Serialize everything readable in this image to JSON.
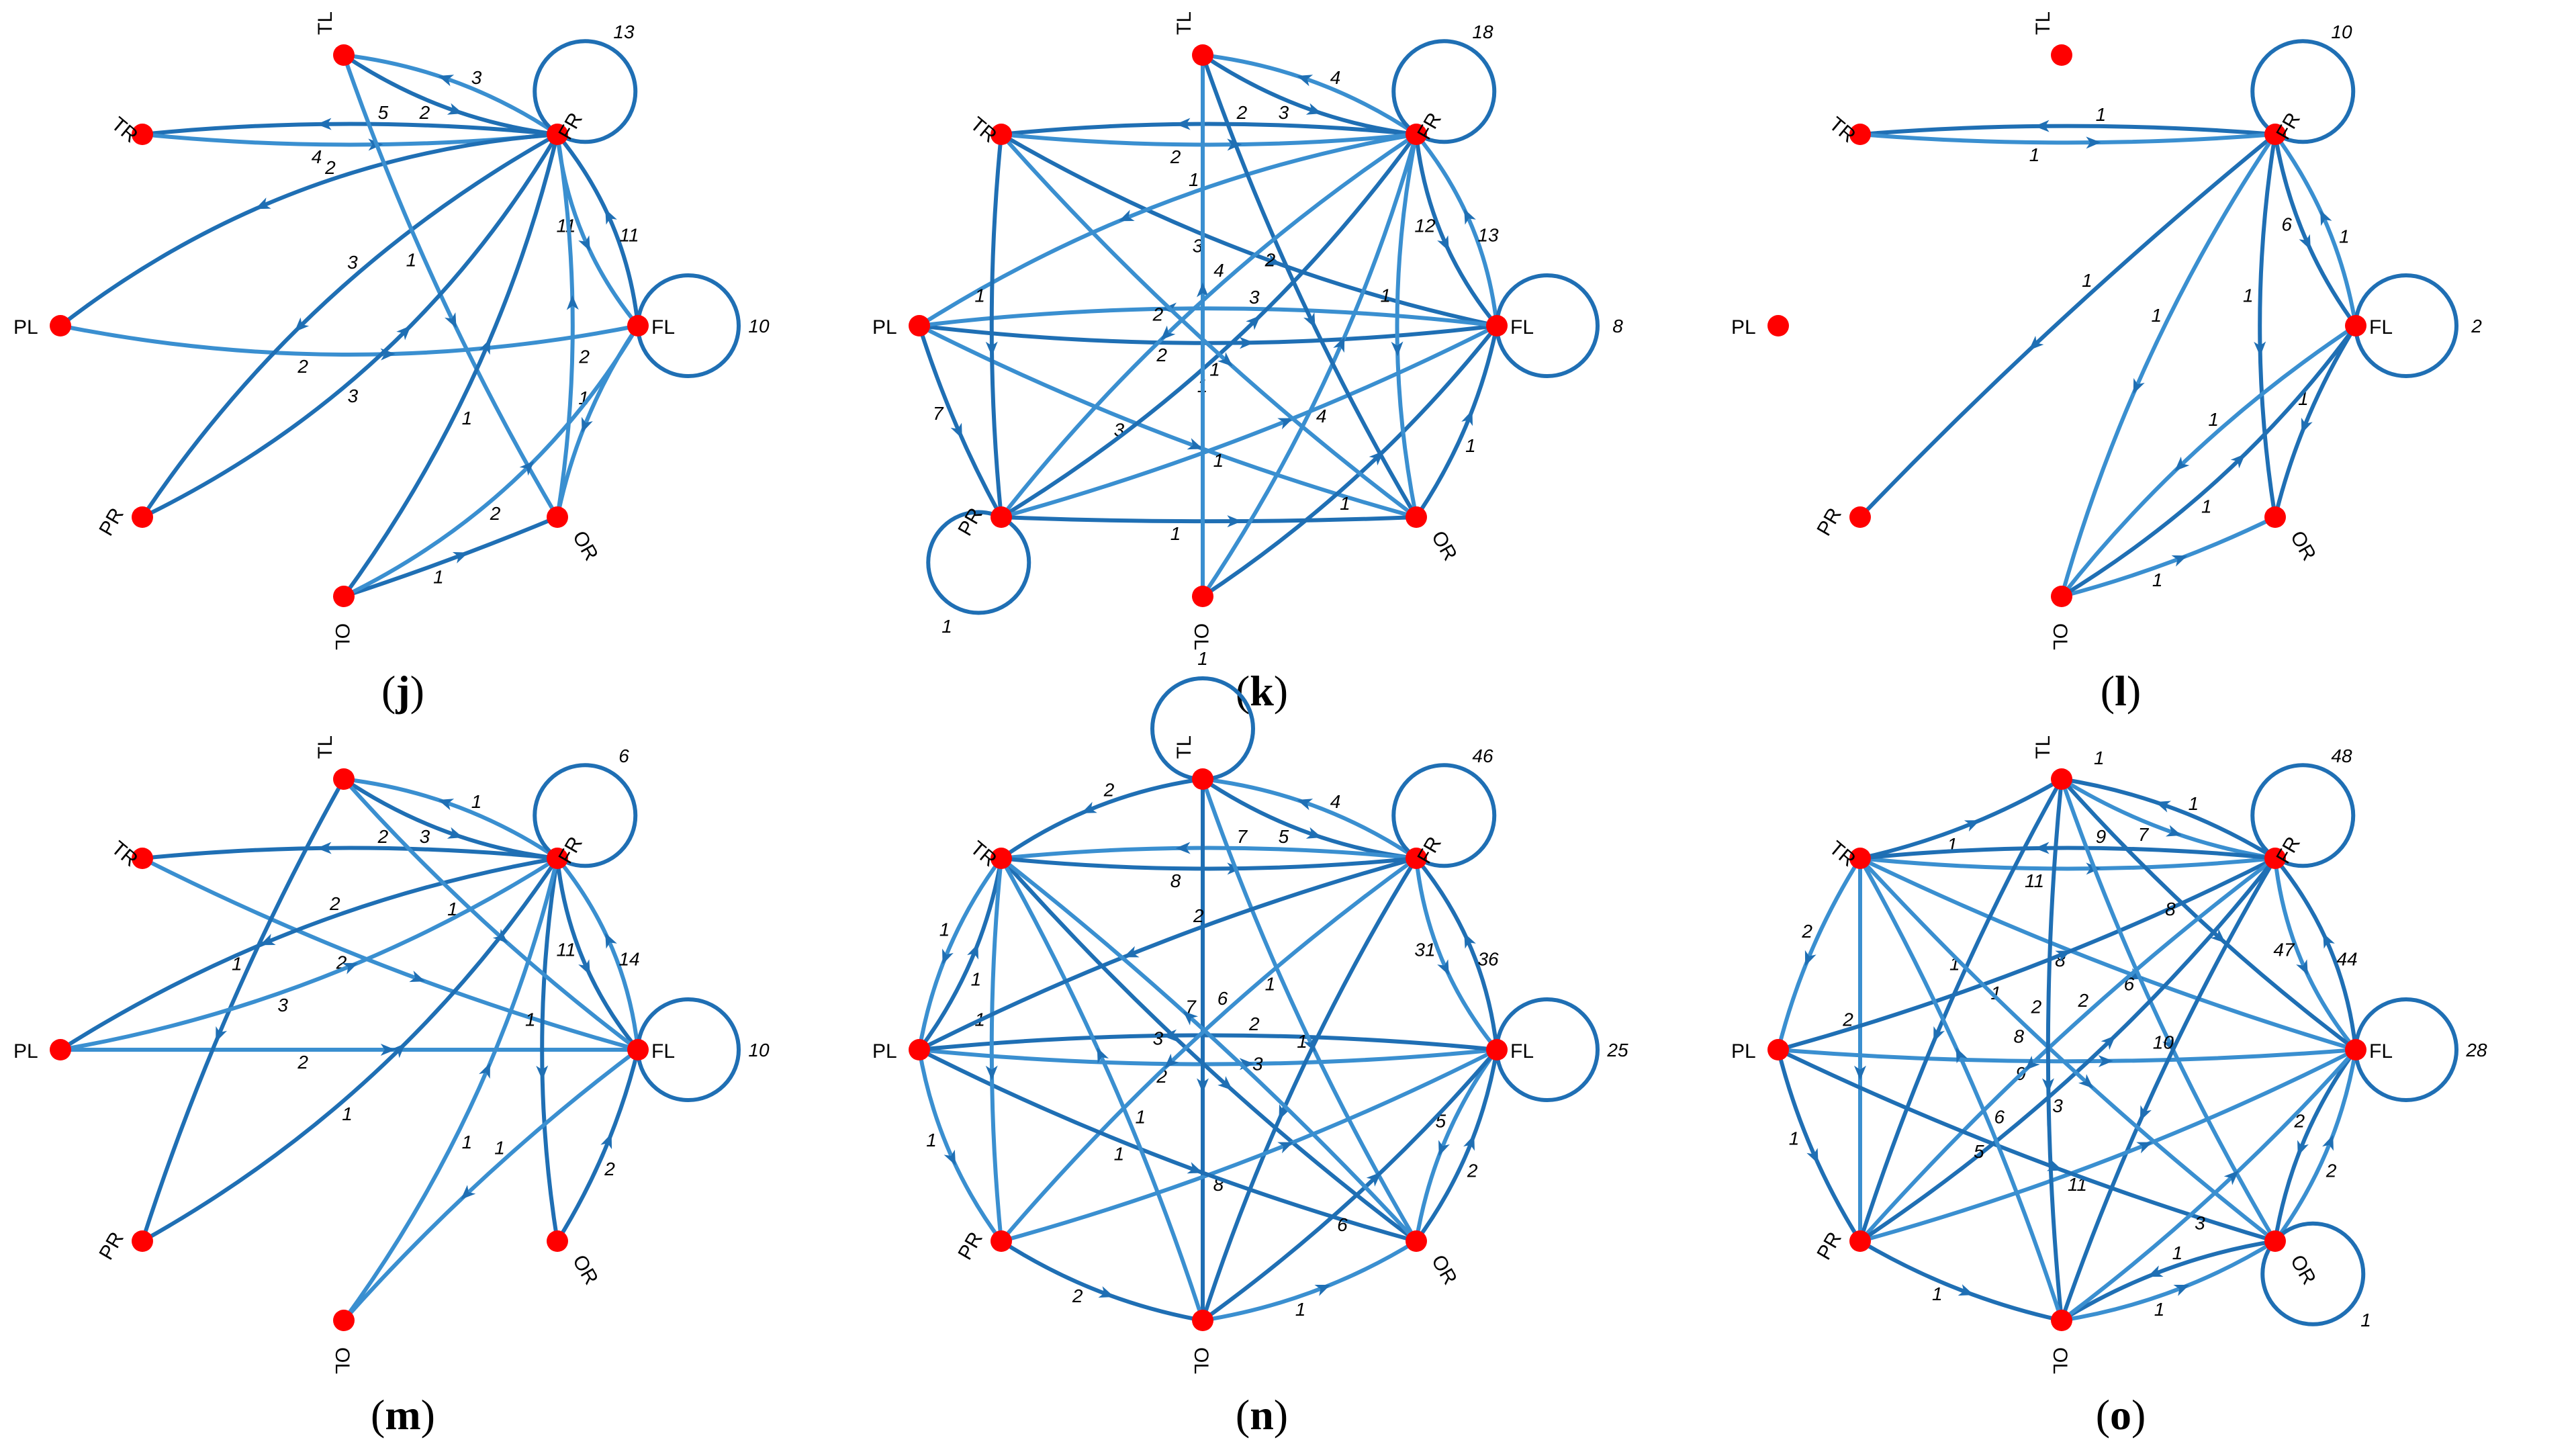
{
  "colors": {
    "node": "#ff0000",
    "edge": "#1f6fb4",
    "edge_light": "#3a8fd0",
    "text": "#000000"
  },
  "panels": [
    {
      "id": "j",
      "label_prefix": "(",
      "label_letter": "j",
      "label_suffix": ")",
      "nodes": [
        "TL",
        "FR",
        "FL",
        "OR",
        "OL",
        "PR",
        "PL",
        "TR"
      ],
      "isolated": [],
      "self_loops": [
        {
          "node": "FR",
          "weight": "13"
        },
        {
          "node": "FL",
          "weight": "10"
        }
      ],
      "edges": [
        {
          "from": "TL",
          "to": "FR",
          "weight": "2",
          "bend": 0.12
        },
        {
          "from": "FR",
          "to": "TL",
          "weight": "3",
          "bend": 0.12
        },
        {
          "from": "FR",
          "to": "TR",
          "weight": "5",
          "bend": 0.05
        },
        {
          "from": "TR",
          "to": "FR",
          "weight": "4",
          "bend": 0.05
        },
        {
          "from": "FR",
          "to": "PL",
          "weight": "2",
          "bend": 0.15
        },
        {
          "from": "PL",
          "to": "FL",
          "weight": "2",
          "bend": 0.1
        },
        {
          "from": "FR",
          "to": "PR",
          "weight": "3",
          "bend": 0.12
        },
        {
          "from": "FR",
          "to": "FL",
          "weight": "11",
          "bend": 0.15
        },
        {
          "from": "FL",
          "to": "FR",
          "weight": "11",
          "bend": 0.15
        },
        {
          "from": "TL",
          "to": "OR",
          "weight": "1",
          "bend": 0.05
        },
        {
          "from": "OL",
          "to": "OR",
          "weight": "1",
          "bend": 0.02
        },
        {
          "from": "FL",
          "to": "OR",
          "weight": "1",
          "bend": 0.1
        },
        {
          "from": "OL",
          "to": "FR",
          "weight": "1",
          "bend": 0.1
        },
        {
          "from": "OR",
          "to": "FR",
          "weight": "2",
          "bend": 0.08
        },
        {
          "from": "PR",
          "to": "FR",
          "weight": "3",
          "bend": 0.15
        },
        {
          "from": "OL",
          "to": "FL",
          "weight": "2",
          "bend": 0.15
        }
      ]
    },
    {
      "id": "k",
      "label_prefix": "(",
      "label_letter": "k",
      "label_suffix": ")",
      "nodes": [
        "TL",
        "FR",
        "FL",
        "OR",
        "OL",
        "PR",
        "PL",
        "TR"
      ],
      "isolated": [],
      "self_loops": [
        {
          "node": "FR",
          "weight": "18"
        },
        {
          "node": "FL",
          "weight": "8"
        },
        {
          "node": "PR",
          "weight": "1"
        }
      ],
      "edges": [
        {
          "from": "TL",
          "to": "FR",
          "weight": "3",
          "bend": 0.12
        },
        {
          "from": "FR",
          "to": "TL",
          "weight": "4",
          "bend": 0.12
        },
        {
          "from": "FR",
          "to": "TR",
          "weight": "2",
          "bend": 0.05
        },
        {
          "from": "TR",
          "to": "FR",
          "weight": "2",
          "bend": 0.05
        },
        {
          "from": "TR",
          "to": "FL",
          "weight": "3",
          "bend": 0.08
        },
        {
          "from": "FR",
          "to": "PL",
          "weight": "1",
          "bend": 0.1
        },
        {
          "from": "FR",
          "to": "FL",
          "weight": "12",
          "bend": 0.15
        },
        {
          "from": "FL",
          "to": "FR",
          "weight": "13",
          "bend": 0.15
        },
        {
          "from": "PL",
          "to": "FL",
          "weight": "2",
          "bend": 0.06
        },
        {
          "from": "FL",
          "to": "PL",
          "weight": "3",
          "bend": 0.06
        },
        {
          "from": "PL",
          "to": "PR",
          "weight": "7",
          "bend": 0.05
        },
        {
          "from": "PL",
          "to": "OR",
          "weight": "3",
          "bend": 0.05
        },
        {
          "from": "PR",
          "to": "FR",
          "weight": "1",
          "bend": 0.1
        },
        {
          "from": "PR",
          "to": "FL",
          "weight": "1",
          "bend": 0.05
        },
        {
          "from": "PR",
          "to": "OR",
          "weight": "1",
          "bend": 0.02
        },
        {
          "from": "OL",
          "to": "FR",
          "weight": "4",
          "bend": 0.08
        },
        {
          "from": "OL",
          "to": "FL",
          "weight": "1",
          "bend": 0.08
        },
        {
          "from": "OL",
          "to": "TL",
          "weight": "1",
          "bend": 0.0
        },
        {
          "from": "OR",
          "to": "FL",
          "weight": "1",
          "bend": 0.1
        },
        {
          "from": "TR",
          "to": "OR",
          "weight": "2",
          "bend": 0.05
        },
        {
          "from": "TL",
          "to": "OR",
          "weight": "2",
          "bend": 0.05
        },
        {
          "from": "FR",
          "to": "OR",
          "weight": "1",
          "bend": 0.1
        },
        {
          "from": "TR",
          "to": "PR",
          "weight": "1",
          "bend": 0.05
        },
        {
          "from": "FR",
          "to": "PR",
          "weight": "4",
          "bend": 0.08
        }
      ]
    },
    {
      "id": "l",
      "label_prefix": "(",
      "label_letter": "l",
      "label_suffix": ")",
      "nodes": [
        "TL",
        "FR",
        "FL",
        "OR",
        "OL",
        "PR",
        "PL",
        "TR"
      ],
      "isolated": [
        "TL",
        "PL"
      ],
      "self_loops": [
        {
          "node": "FR",
          "weight": "10"
        },
        {
          "node": "FL",
          "weight": "2"
        }
      ],
      "edges": [
        {
          "from": "FR",
          "to": "TR",
          "weight": "1",
          "bend": 0.04
        },
        {
          "from": "TR",
          "to": "FR",
          "weight": "1",
          "bend": 0.04
        },
        {
          "from": "FR",
          "to": "PR",
          "weight": "1",
          "bend": 0.03
        },
        {
          "from": "FR",
          "to": "OL",
          "weight": "1",
          "bend": 0.08
        },
        {
          "from": "FR",
          "to": "FL",
          "weight": "6",
          "bend": 0.12
        },
        {
          "from": "FL",
          "to": "FR",
          "weight": "1",
          "bend": 0.12
        },
        {
          "from": "FR",
          "to": "OR",
          "weight": "1",
          "bend": 0.08
        },
        {
          "from": "FL",
          "to": "OL",
          "weight": "1",
          "bend": 0.08
        },
        {
          "from": "FL",
          "to": "OR",
          "weight": "1",
          "bend": 0.08
        },
        {
          "from": "OL",
          "to": "OR",
          "weight": "1",
          "bend": 0.05
        },
        {
          "from": "OL",
          "to": "FL",
          "weight": "1",
          "bend": 0.1
        }
      ]
    },
    {
      "id": "m",
      "label_prefix": "(",
      "label_letter": "m",
      "label_suffix": ")",
      "nodes": [
        "TL",
        "FR",
        "FL",
        "OR",
        "OL",
        "PR",
        "PL",
        "TR"
      ],
      "isolated": [],
      "self_loops": [
        {
          "node": "FR",
          "weight": "6"
        },
        {
          "node": "FL",
          "weight": "10"
        }
      ],
      "edges": [
        {
          "from": "TL",
          "to": "FR",
          "weight": "3",
          "bend": 0.12
        },
        {
          "from": "FR",
          "to": "TL",
          "weight": "1",
          "bend": 0.12
        },
        {
          "from": "FR",
          "to": "TR",
          "weight": "2",
          "bend": 0.05
        },
        {
          "from": "TR",
          "to": "FL",
          "weight": "2",
          "bend": 0.05
        },
        {
          "from": "FR",
          "to": "PL",
          "weight": "2",
          "bend": 0.1
        },
        {
          "from": "PL",
          "to": "FL",
          "weight": "2",
          "bend": 0.0
        },
        {
          "from": "FR",
          "to": "FL",
          "weight": "11",
          "bend": 0.15
        },
        {
          "from": "FL",
          "to": "FR",
          "weight": "14",
          "bend": 0.15
        },
        {
          "from": "FR",
          "to": "OR",
          "weight": "1",
          "bend": 0.08
        },
        {
          "from": "FL",
          "to": "OL",
          "weight": "1",
          "bend": 0.05
        },
        {
          "from": "TL",
          "to": "PR",
          "weight": "1",
          "bend": 0.05
        },
        {
          "from": "TL",
          "to": "FL",
          "weight": "1",
          "bend": 0.05
        },
        {
          "from": "PR",
          "to": "FR",
          "weight": "1",
          "bend": 0.12
        },
        {
          "from": "OL",
          "to": "FR",
          "weight": "1",
          "bend": 0.1
        },
        {
          "from": "OR",
          "to": "FL",
          "weight": "2",
          "bend": 0.08
        },
        {
          "from": "PL",
          "to": "FR",
          "weight": "3",
          "bend": 0.1
        }
      ]
    },
    {
      "id": "n",
      "label_prefix": "(",
      "label_letter": "n",
      "label_suffix": ")",
      "nodes": [
        "TL",
        "FR",
        "FL",
        "OR",
        "OL",
        "PR",
        "PL",
        "TR"
      ],
      "isolated": [],
      "self_loops": [
        {
          "node": "TL",
          "weight": "1"
        },
        {
          "node": "FR",
          "weight": "46"
        },
        {
          "node": "FL",
          "weight": "25"
        }
      ],
      "edges": [
        {
          "from": "TL",
          "to": "FR",
          "weight": "5",
          "bend": 0.12
        },
        {
          "from": "FR",
          "to": "TL",
          "weight": "4",
          "bend": 0.12
        },
        {
          "from": "TL",
          "to": "TR",
          "weight": "2",
          "bend": 0.12
        },
        {
          "from": "FR",
          "to": "TR",
          "weight": "7",
          "bend": 0.05
        },
        {
          "from": "TR",
          "to": "FR",
          "weight": "8",
          "bend": 0.05
        },
        {
          "from": "FR",
          "to": "FL",
          "weight": "31",
          "bend": 0.15
        },
        {
          "from": "FL",
          "to": "FR",
          "weight": "36",
          "bend": 0.15
        },
        {
          "from": "TR",
          "to": "PL",
          "weight": "1",
          "bend": 0.12
        },
        {
          "from": "PL",
          "to": "TR",
          "weight": "1",
          "bend": 0.12
        },
        {
          "from": "PL",
          "to": "FL",
          "weight": "2",
          "bend": 0.05
        },
        {
          "from": "FL",
          "to": "PL",
          "weight": "2",
          "bend": 0.05
        },
        {
          "from": "PL",
          "to": "PR",
          "weight": "1",
          "bend": 0.12
        },
        {
          "from": "PR",
          "to": "OL",
          "weight": "2",
          "bend": 0.1
        },
        {
          "from": "OL",
          "to": "OR",
          "weight": "1",
          "bend": 0.1
        },
        {
          "from": "OR",
          "to": "FL",
          "weight": "2",
          "bend": 0.12
        },
        {
          "from": "FL",
          "to": "OR",
          "weight": "5",
          "bend": 0.12
        },
        {
          "from": "TR",
          "to": "OR",
          "weight": "3",
          "bend": 0.05
        },
        {
          "from": "TL",
          "to": "OR",
          "weight": "1",
          "bend": 0.05
        },
        {
          "from": "TL",
          "to": "OL",
          "weight": "7",
          "bend": 0.0
        },
        {
          "from": "FR",
          "to": "PR",
          "weight": "6",
          "bend": 0.06
        },
        {
          "from": "FR",
          "to": "OL",
          "weight": "1",
          "bend": 0.06
        },
        {
          "from": "PR",
          "to": "FL",
          "weight": "8",
          "bend": 0.05
        },
        {
          "from": "PL",
          "to": "OR",
          "weight": "1",
          "bend": 0.05
        },
        {
          "from": "OL",
          "to": "TR",
          "weight": "1",
          "bend": 0.05
        },
        {
          "from": "OL",
          "to": "FL",
          "weight": "6",
          "bend": 0.06
        },
        {
          "from": "TR",
          "to": "PR",
          "weight": "1",
          "bend": 0.05
        },
        {
          "from": "FR",
          "to": "PL",
          "weight": "2",
          "bend": 0.05
        },
        {
          "from": "OR",
          "to": "TR",
          "weight": "3",
          "bend": 0.04
        }
      ]
    },
    {
      "id": "o",
      "label_prefix": "(",
      "label_letter": "o",
      "label_suffix": ")",
      "nodes": [
        "TL",
        "FR",
        "FL",
        "OR",
        "OL",
        "PR",
        "PL",
        "TR"
      ],
      "isolated": [],
      "free_labels": [
        "1"
      ],
      "self_loops": [
        {
          "node": "FR",
          "weight": "48"
        },
        {
          "node": "FL",
          "weight": "28"
        },
        {
          "node": "OR",
          "weight": "1"
        }
      ],
      "edges": [
        {
          "from": "TR",
          "to": "TL",
          "weight": "1",
          "bend": 0.08
        },
        {
          "from": "TL",
          "to": "FR",
          "weight": "7",
          "bend": 0.1
        },
        {
          "from": "FR",
          "to": "TL",
          "weight": "1",
          "bend": 0.1
        },
        {
          "from": "TR",
          "to": "FR",
          "weight": "11",
          "bend": 0.05
        },
        {
          "from": "FR",
          "to": "TR",
          "weight": "9",
          "bend": 0.05
        },
        {
          "from": "FR",
          "to": "FL",
          "weight": "47",
          "bend": 0.15
        },
        {
          "from": "FL",
          "to": "FR",
          "weight": "44",
          "bend": 0.15
        },
        {
          "from": "TR",
          "to": "PL",
          "weight": "2",
          "bend": 0.08
        },
        {
          "from": "PL",
          "to": "PR",
          "weight": "1",
          "bend": 0.08
        },
        {
          "from": "TR",
          "to": "PR",
          "weight": "2",
          "bend": 0.0
        },
        {
          "from": "PR",
          "to": "OL",
          "weight": "1",
          "bend": 0.08
        },
        {
          "from": "OL",
          "to": "OR",
          "weight": "1",
          "bend": 0.1
        },
        {
          "from": "OR",
          "to": "OL",
          "weight": "1",
          "bend": 0.1
        },
        {
          "from": "OR",
          "to": "FL",
          "weight": "2",
          "bend": 0.12
        },
        {
          "from": "FL",
          "to": "OR",
          "weight": "2",
          "bend": 0.12
        },
        {
          "from": "TR",
          "to": "FL",
          "weight": "8",
          "bend": 0.04
        },
        {
          "from": "PL",
          "to": "FR",
          "weight": "1",
          "bend": 0.05
        },
        {
          "from": "PL",
          "to": "FL",
          "weight": "9",
          "bend": 0.04
        },
        {
          "from": "TL",
          "to": "PR",
          "weight": "1",
          "bend": 0.05
        },
        {
          "from": "TL",
          "to": "OR",
          "weight": "6",
          "bend": 0.05
        },
        {
          "from": "TL",
          "to": "FL",
          "weight": "8",
          "bend": 0.05
        },
        {
          "from": "FR",
          "to": "PR",
          "weight": "2",
          "bend": 0.05
        },
        {
          "from": "FR",
          "to": "OL",
          "weight": "10",
          "bend": 0.05
        },
        {
          "from": "PR",
          "to": "FL",
          "weight": "11",
          "bend": 0.05
        },
        {
          "from": "PR",
          "to": "FR",
          "weight": "3",
          "bend": 0.08
        },
        {
          "from": "TR",
          "to": "OR",
          "weight": "8",
          "bend": 0.04
        },
        {
          "from": "PL",
          "to": "OR",
          "weight": "5",
          "bend": 0.04
        },
        {
          "from": "OL",
          "to": "FL",
          "weight": "3",
          "bend": 0.05
        },
        {
          "from": "TL",
          "to": "OL",
          "weight": "2",
          "bend": 0.05
        },
        {
          "from": "OL",
          "to": "TR",
          "weight": "6",
          "bend": 0.05
        }
      ]
    }
  ]
}
